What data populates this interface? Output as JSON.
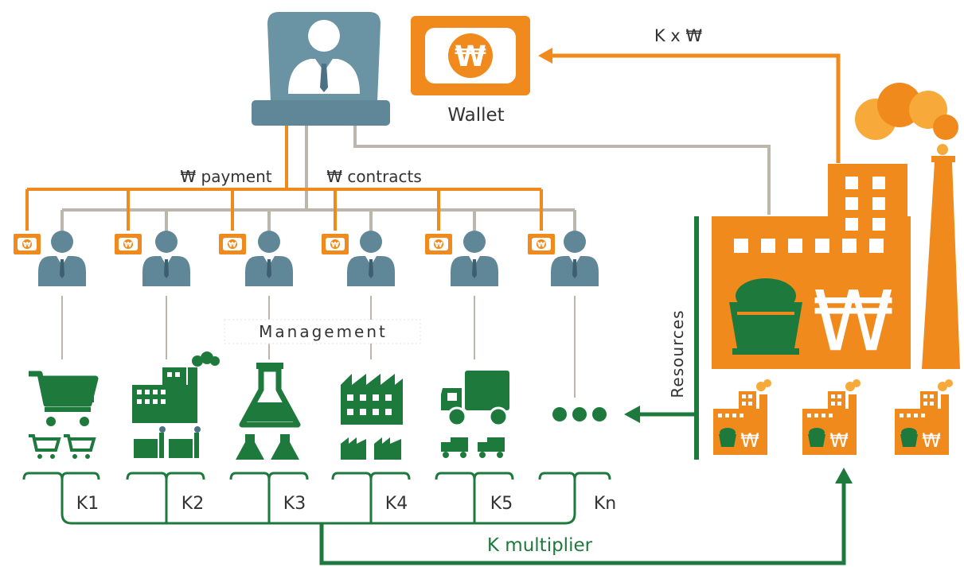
{
  "labels": {
    "wallet": "Wallet",
    "kxv": "K x ₩",
    "payment": "₩ payment",
    "contracts": "₩ contracts",
    "management": "Management",
    "resources": "Resources",
    "k_multiplier": "K multiplier"
  },
  "sectors": [
    {
      "label": "K1",
      "icon": "cart-icon"
    },
    {
      "label": "K2",
      "icon": "factory-icon"
    },
    {
      "label": "K3",
      "icon": "flask-icon"
    },
    {
      "label": "K4",
      "icon": "industrial-plant-icon"
    },
    {
      "label": "K5",
      "icon": "truck-icon"
    },
    {
      "label": "Kn",
      "icon": "more-dots-icon"
    }
  ],
  "symbols": {
    "currency": "₩"
  },
  "colors": {
    "orange": "#f08a1c",
    "orange_light": "#f7a93a",
    "slate": "#5f8798",
    "slate_dark": "#4b7284",
    "green": "#1e7a3c",
    "green_dark": "#155f2c",
    "gray_line": "#bdb6ad",
    "text": "#333333"
  }
}
